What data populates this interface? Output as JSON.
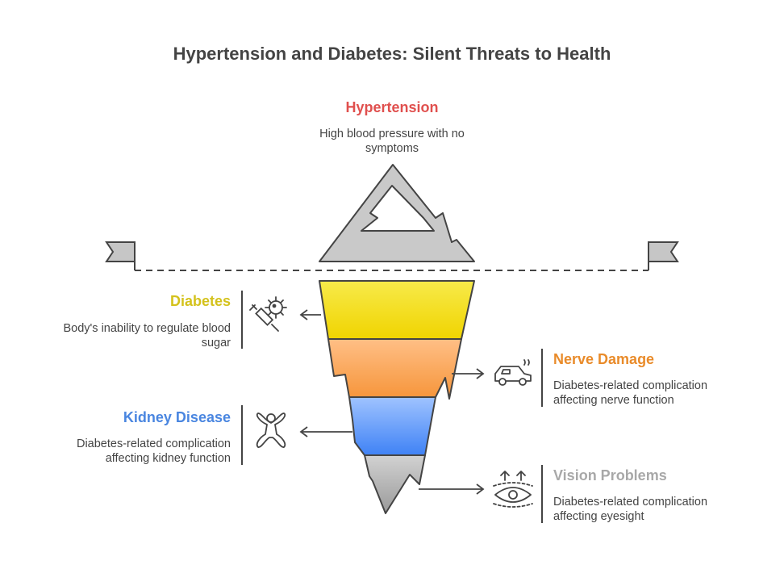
{
  "title": "Hypertension and Diabetes: Silent Threats to Health",
  "colors": {
    "hypertension": "#e0504e",
    "diabetes": "#d4c21c",
    "nerve": "#e98b2a",
    "kidney": "#4a86e0",
    "vision": "#a8a8a8"
  },
  "hypertension": {
    "heading": "Hypertension",
    "desc1": "High blood pressure with no",
    "desc2": "symptoms"
  },
  "diabetes": {
    "heading": "Diabetes",
    "desc1": "Body's inability to regulate blood",
    "desc2": "sugar",
    "icon": "virus-syringe-icon"
  },
  "nerve": {
    "heading": "Nerve Damage",
    "desc1": "Diabetes-related complication",
    "desc2": "affecting nerve function",
    "icon": "car-icon"
  },
  "kidney": {
    "heading": "Kidney Disease",
    "desc1": "Diabetes-related complication",
    "desc2": "affecting kidney function",
    "icon": "person-icon"
  },
  "vision": {
    "heading": "Vision Problems",
    "desc1": "Diabetes-related complication",
    "desc2": "affecting eyesight",
    "icon": "eye-icon"
  }
}
